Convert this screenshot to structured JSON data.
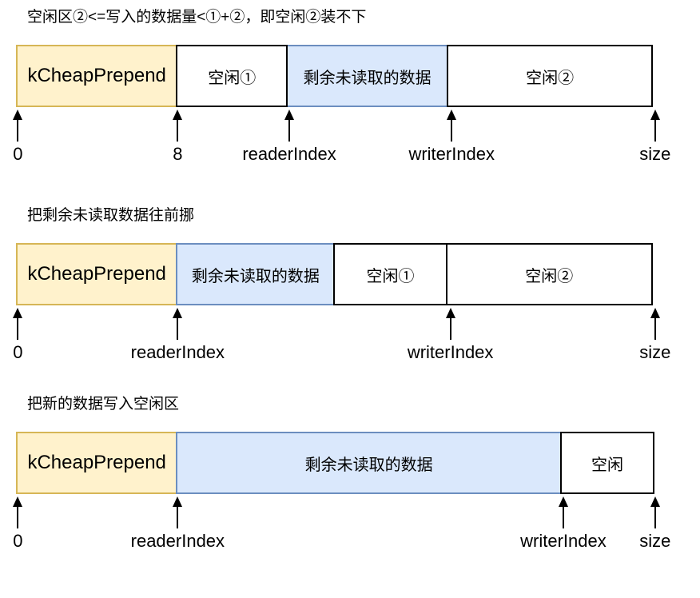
{
  "colors": {
    "prepend_fill": "#FFF2CC",
    "prepend_border": "#D6B656",
    "data_fill": "#DAE8FC",
    "data_border": "#6C8EBF",
    "free_fill": "#FFFFFF",
    "free_border": "#000000",
    "text": "#000000",
    "background": "#FFFFFF"
  },
  "diagrams": [
    {
      "title": "空闲区②<=写入的数据量<①+②，即空闲②装不下",
      "segments": [
        {
          "label": "kCheapPrepend",
          "type": "prepend",
          "width_pct": 25.2
        },
        {
          "label": "空闲①",
          "type": "free",
          "width_pct": 17.4
        },
        {
          "label": "剩余未读取的数据",
          "type": "data",
          "width_pct": 25.3
        },
        {
          "label": "空闲②",
          "type": "free",
          "width_pct": 32.1
        }
      ],
      "markers": [
        {
          "label": "0",
          "pos_pct": 0.3
        },
        {
          "label": "8",
          "pos_pct": 25.2
        },
        {
          "label": "readerIndex",
          "pos_pct": 42.6
        },
        {
          "label": "writerIndex",
          "pos_pct": 67.9
        },
        {
          "label": "size",
          "pos_pct": 99.6
        }
      ]
    },
    {
      "title": "把剩余未读取数据往前挪",
      "segments": [
        {
          "label": "kCheapPrepend",
          "type": "prepend",
          "width_pct": 25.2
        },
        {
          "label": "剩余未读取的数据",
          "type": "data",
          "width_pct": 24.8
        },
        {
          "label": "空闲①",
          "type": "free",
          "width_pct": 17.7
        },
        {
          "label": "空闲②",
          "type": "free",
          "width_pct": 32.3
        }
      ],
      "markers": [
        {
          "label": "0",
          "pos_pct": 0.3
        },
        {
          "label": "readerIndex",
          "pos_pct": 25.2
        },
        {
          "label": "writerIndex",
          "pos_pct": 67.7
        },
        {
          "label": "size",
          "pos_pct": 99.6
        }
      ]
    },
    {
      "title": "把新的数据写入空闲区",
      "segments": [
        {
          "label": "kCheapPrepend",
          "type": "prepend",
          "width_pct": 25.2
        },
        {
          "label": "剩余未读取的数据",
          "type": "data",
          "width_pct": 60.1
        },
        {
          "label": "空闲",
          "type": "free",
          "width_pct": 14.7
        }
      ],
      "markers": [
        {
          "label": "0",
          "pos_pct": 0.3
        },
        {
          "label": "readerIndex",
          "pos_pct": 25.2
        },
        {
          "label": "writerIndex",
          "pos_pct": 85.3
        },
        {
          "label": "size",
          "pos_pct": 99.6
        }
      ]
    }
  ]
}
